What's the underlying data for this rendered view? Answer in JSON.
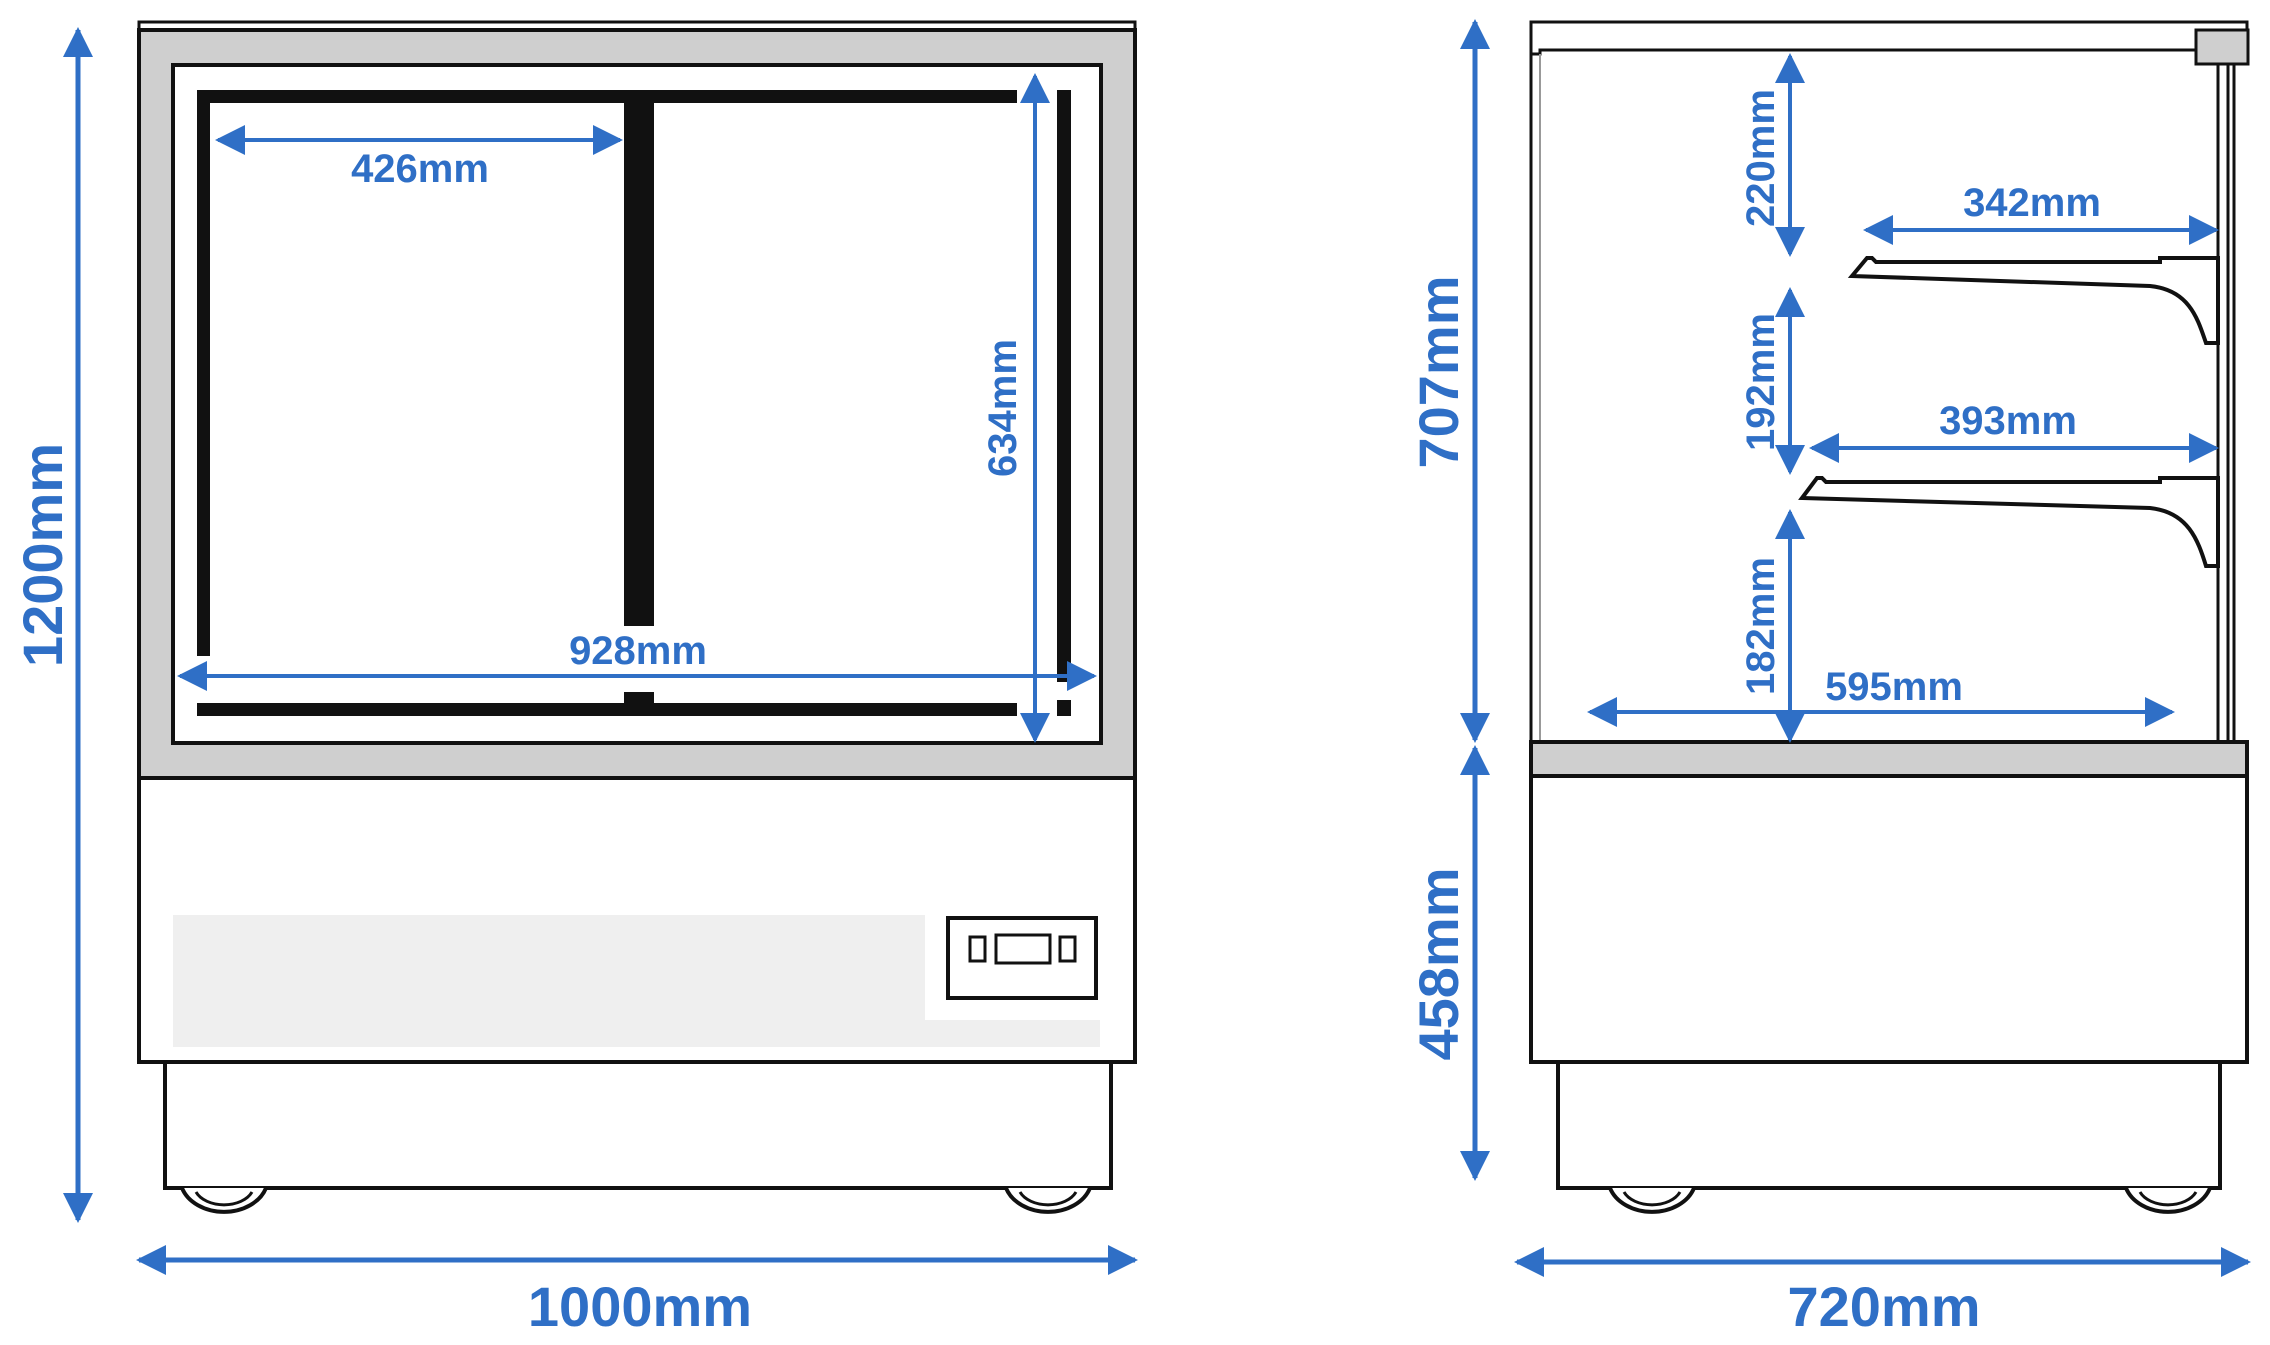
{
  "front_view": {
    "height_label": "1200mm",
    "width_label": "1000mm",
    "inner_width_label": "928mm",
    "door_width_label": "426mm",
    "inner_height_label": "634mm"
  },
  "side_view": {
    "depth_label": "720mm",
    "display_height_label": "707mm",
    "base_height_label": "458mm",
    "top_gap_label": "220mm",
    "mid_gap_label": "192mm",
    "bottom_gap_label": "182mm",
    "top_shelf_label": "342mm",
    "mid_shelf_label": "393mm",
    "floor_depth_label": "595mm"
  },
  "colors": {
    "dimension": "#2f6fc6",
    "outline": "#111111",
    "frame_fill": "#cfcfcf",
    "panel_fill": "#efefef"
  }
}
